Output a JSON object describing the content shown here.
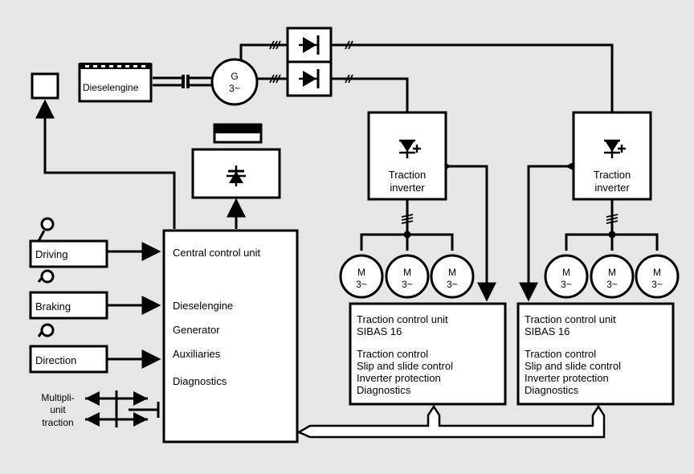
{
  "diesel_engine": {
    "label": "Dieselengine"
  },
  "generator": {
    "symbol": "G",
    "phase": "3~"
  },
  "central_control_unit": {
    "title": "Central control unit",
    "functions": [
      "Dieselengine",
      "Generator",
      "Auxiliaries",
      "Diagnostics"
    ]
  },
  "inputs": {
    "driving": "Driving",
    "braking": "Braking",
    "direction": "Direction",
    "multiple_unit": [
      "Multipli-",
      "unit",
      "traction"
    ]
  },
  "traction_inverter": {
    "line1": "Traction",
    "line2": "inverter"
  },
  "motor": {
    "symbol": "M",
    "phase": "3~"
  },
  "traction_control_unit": {
    "title": "Traction control unit",
    "model": "SIBAS 16",
    "functions": [
      "Traction control",
      "Slip and slide control",
      "Inverter protection",
      "Diagnostics"
    ]
  },
  "colors": {
    "background": "#e6e6e6",
    "box_fill": "#ffffff",
    "line": "#000000"
  }
}
